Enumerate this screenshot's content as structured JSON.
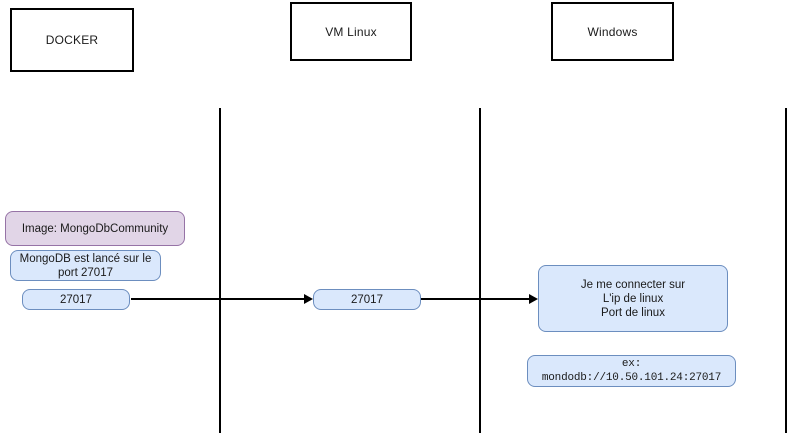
{
  "diagram": {
    "title": "MongoDB Docker / VM Linux / Windows connection diagram",
    "colors": {
      "blue_fill": "#dae8fc",
      "blue_stroke": "#6c8ebf",
      "purple_fill": "#e1d5e7",
      "purple_stroke": "#9673a6",
      "line": "#000000",
      "background": "#ffffff"
    },
    "lanes": [
      {
        "label": "DOCKER"
      },
      {
        "label": "VM Linux"
      },
      {
        "label": "Windows"
      }
    ],
    "notes": {
      "image_note": "Image: MongoDbCommunity",
      "launch_note": "MongoDB est lancé sur le\nport 27017",
      "docker_port": "27017",
      "vm_port": "27017",
      "connect_note": "Je me connecter sur\nL'ip de linux\nPort de linux",
      "example_uri": "ex: mondodb://10.50.101.24:27017"
    }
  }
}
